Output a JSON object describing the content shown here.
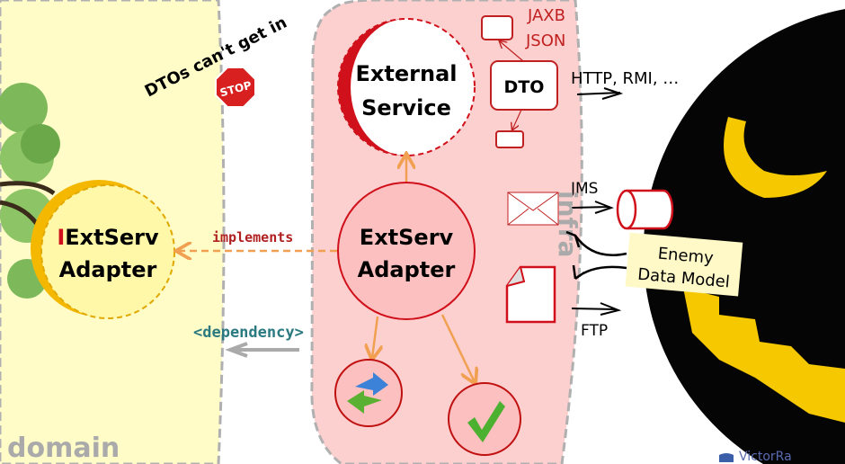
{
  "labels": {
    "dtos_cant_get_in": "DTOs can't get in",
    "stop_sign": "STOP",
    "external_service_line1": "External",
    "external_service_line2": "Service",
    "dto": "DTO",
    "jaxb": "JAXB",
    "json": "JSON",
    "http_rmi": "HTTP, RMI, …",
    "jms": "JMS",
    "ftp": "FTP",
    "infra": "infra",
    "enemy_line1": "Enemy",
    "enemy_line2": "Data Model",
    "iextserv_prefix": "I",
    "iextserv_line1": "ExtServ",
    "iextserv_line2": "Adapter",
    "extserv_line1": "ExtServ",
    "extserv_line2": "Adapter",
    "implements": "implements",
    "dependency": "<dependency>",
    "domain": "domain",
    "twitter_handle": "VictorRa"
  },
  "colors": {
    "domain_bg": "#fffcc8",
    "infra_bg": "#fdd0d0",
    "accent_red": "#d0101a",
    "implements_arrow": "#f0a050",
    "dependency_text": "#2a7a80",
    "note_bg": "#fff9c8"
  }
}
